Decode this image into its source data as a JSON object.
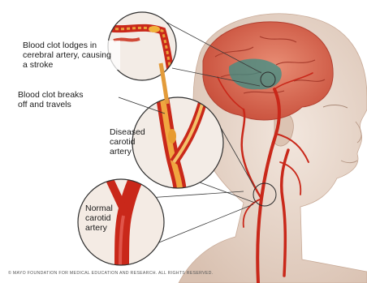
{
  "labels": {
    "lodges": "Blood clot lodges in\ncerebral artery, causing\na stroke",
    "breaks": "Blood clot breaks\noff and travels",
    "diseased": "Diseased\ncarotid\nartery",
    "normal": "Normal\ncarotid\nartery"
  },
  "copyright": "© MAYO FOUNDATION FOR MEDICAL EDUCATION AND RESEARCH. ALL RIGHTS RESERVED.",
  "colors": {
    "skin": "#e9d8cc",
    "artery": "#c9281a",
    "brain": "#d9745f",
    "clot": "#3a8f86"
  }
}
